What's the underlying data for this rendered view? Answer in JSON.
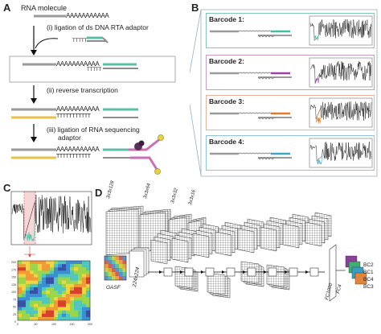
{
  "panel_labels": [
    "A",
    "B",
    "C",
    "D"
  ],
  "panel_a": {
    "rna_label": "RNA molecule",
    "polya": "AAAAAAAAAAA",
    "step1": [
      "(i) ligation of ds DNA RTA adaptor"
    ],
    "step2": [
      "(ii) reverse transcription"
    ],
    "step3": [
      "(iii) ligation of RNA sequencing",
      "adaptor"
    ],
    "polyt": "TTTTT",
    "polyt_long": "TTTTTTTTTTT",
    "colors": {
      "rna": "#9a9a9a",
      "adaptor_teal": "#5bbfa8",
      "cdna": "#e8c14a",
      "seq_adaptor": "#c86fb6"
    }
  },
  "panel_b": {
    "barcodes": [
      {
        "title": "Barcode 1:",
        "color": "#3fbfa5",
        "border": "#7fc9b5"
      },
      {
        "title": "Barcode 2:",
        "color": "#a13fa8",
        "border": "#c79ac8"
      },
      {
        "title": "Barcode 3:",
        "color": "#e07a2e",
        "border": "#e8b39a"
      },
      {
        "title": "Barcode 4:",
        "color": "#3aa9c2",
        "border": "#8fc5d6"
      }
    ]
  },
  "panel_c": {
    "heatmap_yticks": [
      "200",
      "175",
      "150",
      "125",
      "100",
      "75",
      "50",
      "25",
      "0"
    ],
    "heatmap_xticks": [
      "0",
      "50",
      "100",
      "150",
      "200"
    ]
  },
  "panel_d": {
    "layer_labels": [
      "3x3x128",
      "3x3x64",
      "3x3x32",
      "3x3x16"
    ],
    "input_labels": [
      "GASF",
      "224x224"
    ],
    "fc_labels": [
      "FC1000",
      "FC4"
    ],
    "outputs": [
      {
        "label": "BC2",
        "color": "#8b3f9a"
      },
      {
        "label": "BC1",
        "color": "#3fae6e"
      },
      {
        "label": "BC4",
        "color": "#3a9ec2"
      },
      {
        "label": "BC3",
        "color": "#e2843a"
      }
    ]
  }
}
